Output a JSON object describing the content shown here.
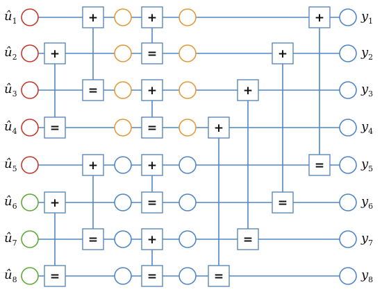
{
  "colors": {
    "wire": "#4f86c6",
    "box_stroke": "#5b87b8",
    "frozen_input": "#c0392b",
    "info_input": "#5fa83a",
    "erased_node": "#e09a3a",
    "plain_node": "#4f86c6"
  },
  "inputs": [
    {
      "symbol": "û",
      "index": "1",
      "status": "frozen"
    },
    {
      "symbol": "û",
      "index": "2",
      "status": "frozen"
    },
    {
      "symbol": "û",
      "index": "3",
      "status": "frozen"
    },
    {
      "symbol": "û",
      "index": "4",
      "status": "frozen"
    },
    {
      "symbol": "û",
      "index": "5",
      "status": "frozen"
    },
    {
      "symbol": "û",
      "index": "6",
      "status": "information"
    },
    {
      "symbol": "û",
      "index": "7",
      "status": "information"
    },
    {
      "symbol": "û",
      "index": "8",
      "status": "information"
    }
  ],
  "outputs": [
    {
      "symbol": "y",
      "index": "1"
    },
    {
      "symbol": "y",
      "index": "2"
    },
    {
      "symbol": "y",
      "index": "3"
    },
    {
      "symbol": "y",
      "index": "4"
    },
    {
      "symbol": "y",
      "index": "5"
    },
    {
      "symbol": "y",
      "index": "6"
    },
    {
      "symbol": "y",
      "index": "7"
    },
    {
      "symbol": "y",
      "index": "8"
    }
  ],
  "operators": {
    "xor": "+",
    "equal": "="
  },
  "stage1": {
    "row_ops": [
      "",
      "+",
      "",
      "=",
      "",
      "+",
      "",
      "="
    ],
    "pairs": [
      [
        2,
        4
      ],
      [
        6,
        8
      ]
    ]
  },
  "stage2": {
    "row_ops": [
      "+",
      "",
      "=",
      "",
      "+",
      "",
      "=",
      ""
    ],
    "pairs": [
      [
        1,
        3
      ],
      [
        5,
        7
      ]
    ]
  },
  "stage3": {
    "row_ops": [
      "+",
      "=",
      "+",
      "=",
      "+",
      "=",
      "+",
      "="
    ],
    "pairs": [
      [
        1,
        2
      ],
      [
        3,
        4
      ],
      [
        5,
        6
      ],
      [
        7,
        8
      ]
    ]
  },
  "stage4": {
    "row_ops": [
      "+",
      "+",
      "+",
      "+",
      "=",
      "=",
      "=",
      "="
    ],
    "pairs": [
      [
        4,
        8
      ],
      [
        3,
        7
      ],
      [
        2,
        6
      ],
      [
        1,
        5
      ]
    ]
  },
  "intermediate_nodes": {
    "after_stage2": [
      "erased",
      "erased",
      "erased",
      "erased",
      "plain",
      "plain",
      "plain",
      "plain"
    ],
    "after_stage3": [
      "erased",
      "erased",
      "erased",
      "erased",
      "plain",
      "plain",
      "plain",
      "plain"
    ]
  }
}
